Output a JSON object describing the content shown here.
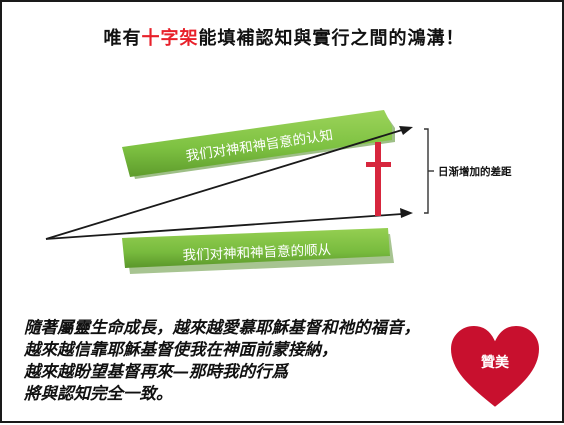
{
  "title": {
    "prefix": "唯有",
    "highlight": "十字架",
    "suffix": "能填補認知與實行之間的鴻溝！"
  },
  "diagram": {
    "upper_banner": "我们对神和神旨意的认知",
    "lower_banner": "我们对神和神旨意的顺从",
    "gap_label": "日渐增加的差距"
  },
  "body_lines": [
    "隨著屬靈生命成長，越來越愛慕耶穌基督和祂的福音，",
    "越來越信靠耶穌基督使我在神面前蒙接納，",
    "越來越盼望基督再來—那時我的行爲",
    "將與認知完全一致。"
  ],
  "heart": {
    "label": "贊美",
    "color": "#c8102e"
  },
  "colors": {
    "accent_red": "#e8202a",
    "banner_green": "#7ec242",
    "cross_red": "#d7263d"
  }
}
